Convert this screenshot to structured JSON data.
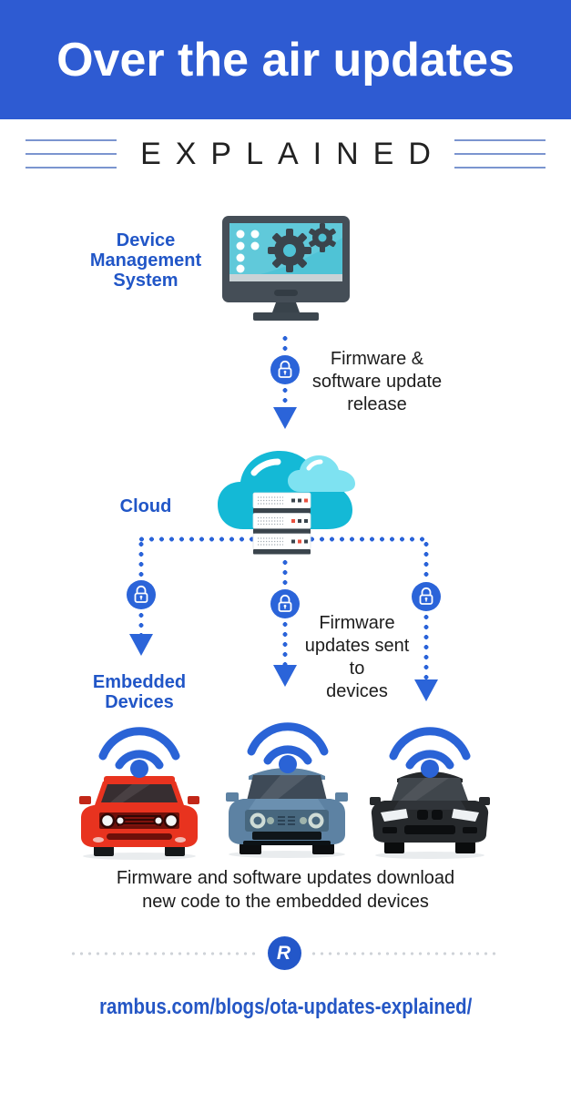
{
  "colors": {
    "header_bg": "#2e5bd2",
    "label_blue": "#2156c7",
    "icon_blue": "#2b64d9",
    "cloud_teal": "#14b9d6",
    "cloud_light": "#7ee2f1",
    "monitor_frame": "#454e57",
    "monitor_screen": "#4fc3d6",
    "server_accent_red": "#e8503e",
    "divider_gray": "#cfd3d8",
    "body_text": "#1d1d1d",
    "car_red": "#e8331f",
    "car_blue": "#5d82a3",
    "car_black": "#26292c"
  },
  "header": {
    "title": "Over the air updates",
    "subtitle": "EXPLAINED"
  },
  "device_management": {
    "label": "Device\nManagement\nSystem",
    "icon": "monitor-gears-icon"
  },
  "flow_release": {
    "caption": "Firmware &\nsoftware update\nrelease",
    "icon": "lock-icon"
  },
  "cloud": {
    "label": "Cloud",
    "icon": "cloud-servers-icon"
  },
  "flow_devices": {
    "caption": "Firmware\nupdates sent to\ndevices",
    "icon": "lock-icon"
  },
  "embedded": {
    "label": "Embedded\nDevices",
    "wifi_icon": "wifi-signal-icon",
    "cars": [
      {
        "name": "red-car-icon",
        "color": "#e8331f"
      },
      {
        "name": "blue-car-icon",
        "color": "#5d82a3"
      },
      {
        "name": "black-car-icon",
        "color": "#26292c"
      }
    ]
  },
  "caption": {
    "text": "Firmware and software updates download\nnew code to the embedded devices"
  },
  "footer": {
    "logo_letter": "R",
    "logo_name": "rambus-logo-icon",
    "url": "rambus.com/blogs/ota-updates-explained/"
  }
}
